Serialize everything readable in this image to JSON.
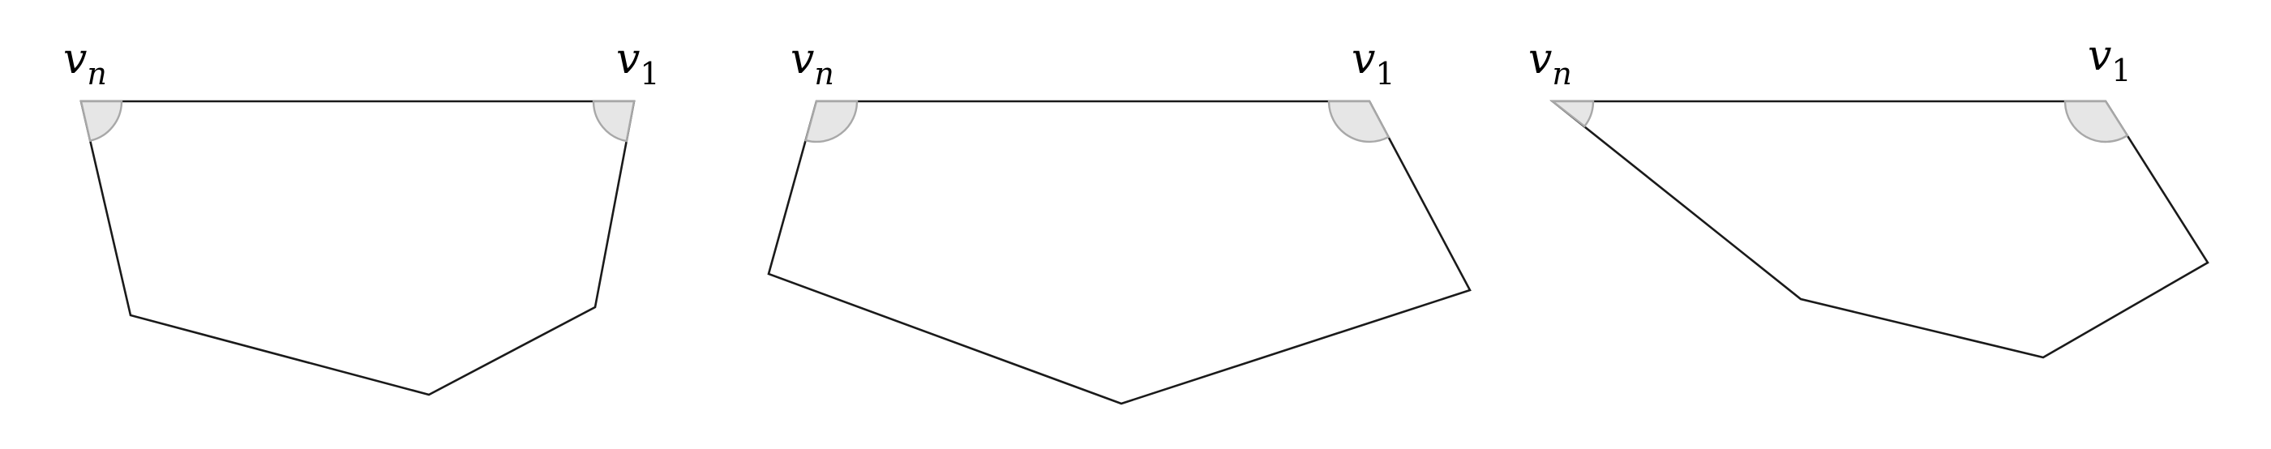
{
  "figure": {
    "panels": [
      {
        "label_left": {
          "base": "v",
          "sub": "n"
        },
        "label_right": {
          "base": "v",
          "sub": "1"
        }
      },
      {
        "label_left": {
          "base": "v",
          "sub": "n"
        },
        "label_right": {
          "base": "v",
          "sub": "1"
        }
      },
      {
        "label_left": {
          "base": "v",
          "sub": "n"
        },
        "label_right": {
          "base": "v",
          "sub": "1"
        }
      }
    ],
    "colors": {
      "edge": "#1a1a1a",
      "angle_fill": "#e6e6e6",
      "angle_stroke": "#a8a8a8"
    }
  }
}
